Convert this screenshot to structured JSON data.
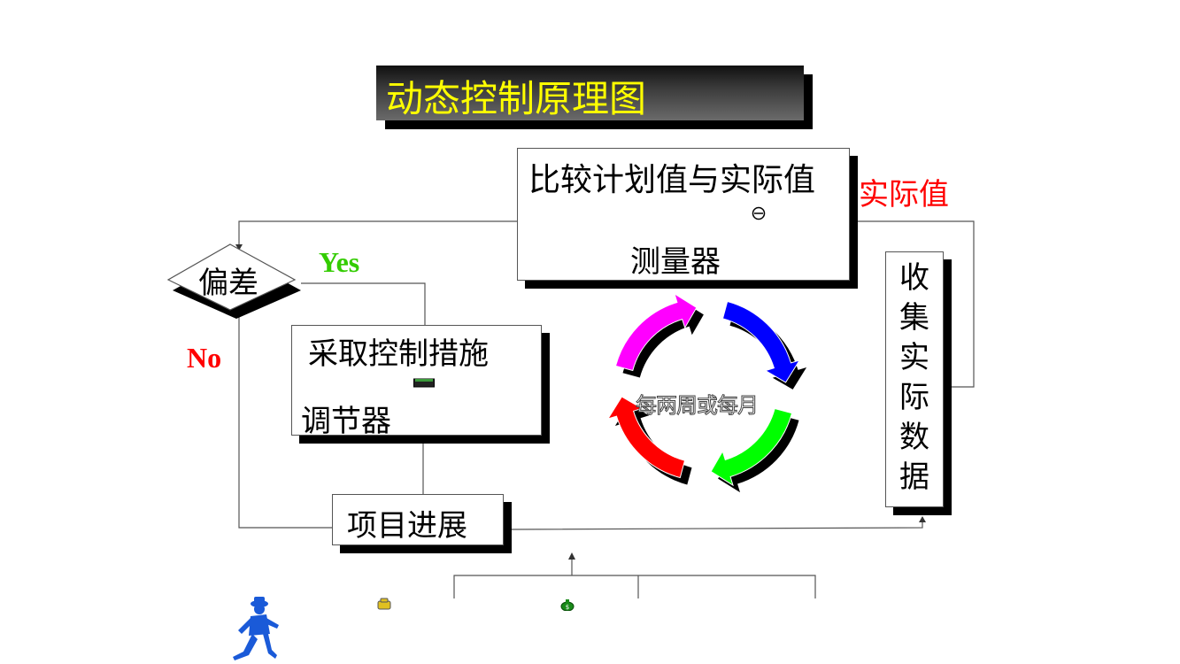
{
  "title": "动态控制原理图",
  "compare_box": {
    "line1": "比较计划值与实际值",
    "line2": "测量器"
  },
  "actual_value_label": "实际值",
  "decision": {
    "label": "偏差",
    "yes": "Yes",
    "no": "No"
  },
  "control_box": {
    "line1": "采取控制措施",
    "line2": "调节器"
  },
  "progress_box": {
    "label": "项目进展"
  },
  "collect_box": {
    "chars": [
      "收",
      "集",
      "实",
      "际",
      "数",
      "据"
    ]
  },
  "cycle": {
    "label": "每两周或每月",
    "colors": [
      "#ff00ff",
      "#0000ff",
      "#00ff00",
      "#ff0000"
    ]
  }
}
